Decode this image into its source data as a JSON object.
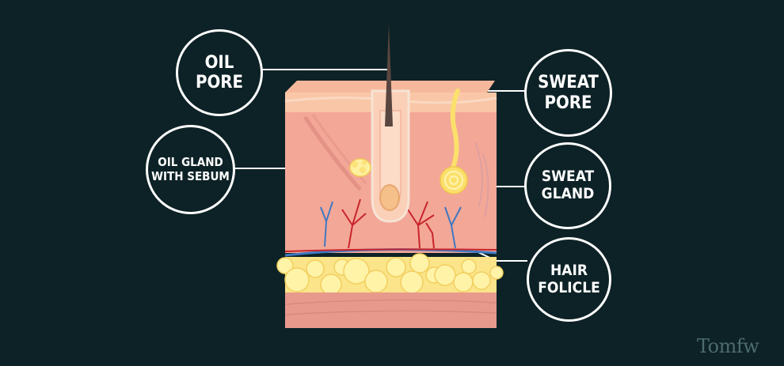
{
  "labels": {
    "oil_pore": [
      "OIL",
      "PORE"
    ],
    "oil_gland": [
      "OIL GLAND",
      "WITH SEBUM"
    ],
    "sweat_pore": [
      "SWEAT",
      "PORE"
    ],
    "sweat_gland": [
      "SWEAT",
      "GLAND"
    ],
    "hair_follicle": [
      "HAIR",
      "FOLICLE"
    ]
  },
  "brand": "Tomfw",
  "colors": {
    "background": "#0d2226",
    "callout_border": "#ffffff",
    "skin_top": "#f9c7a7",
    "dermis": "#f3a797",
    "fat": "#fbe489",
    "hypodermis": "#e79a8c",
    "artery": "#c8252c",
    "vein": "#3f78c2"
  }
}
